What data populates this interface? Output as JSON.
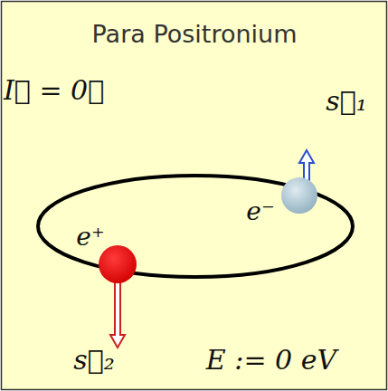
{
  "diagram": {
    "title": "Para Positronium",
    "labels": [
      "I⃗ = 0⃗",
      "s⃗₁",
      "e⁻",
      "e⁺",
      "s⃗₂",
      "E := 0 eV"
    ]
  }
}
